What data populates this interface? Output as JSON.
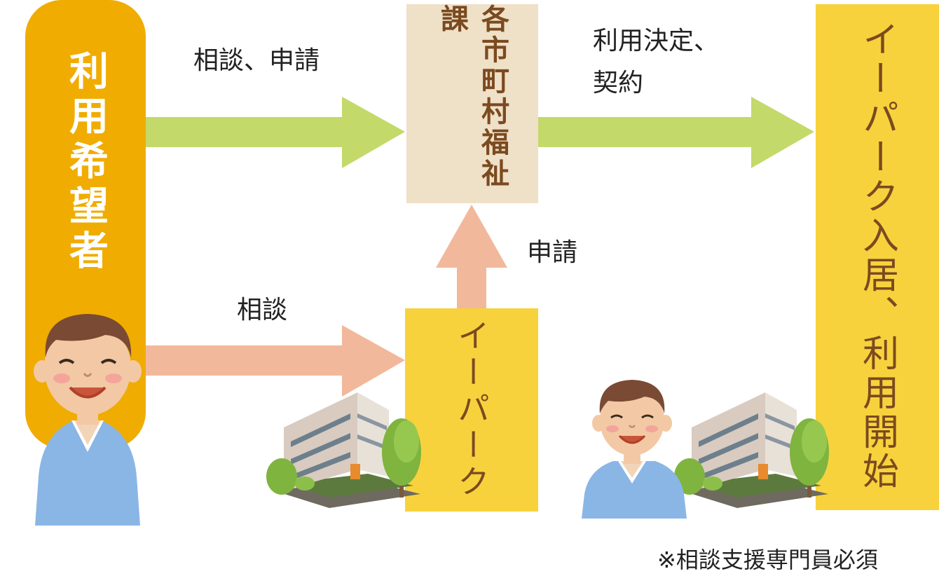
{
  "nodes": {
    "applicant": "利用希望者",
    "welfare_office": "各市町村福祉課",
    "epark": "イーパーク",
    "result": "イーパーク入居、利用開始"
  },
  "edges": {
    "applicant_to_welfare": "相談、申請",
    "welfare_to_result_line1": "利用決定、",
    "welfare_to_result_line2": "契約",
    "epark_to_welfare": "申請",
    "applicant_to_epark": "相談"
  },
  "footnote": "※相談支援専門員必須",
  "colors": {
    "applicant_box": "#f0ac00",
    "welfare_box": "#efe0c8",
    "epark_box": "#f7d23d",
    "green_arrow": "#c3d96a",
    "peach_arrow": "#f2b89c",
    "label_brown": "#7b4a1f"
  }
}
